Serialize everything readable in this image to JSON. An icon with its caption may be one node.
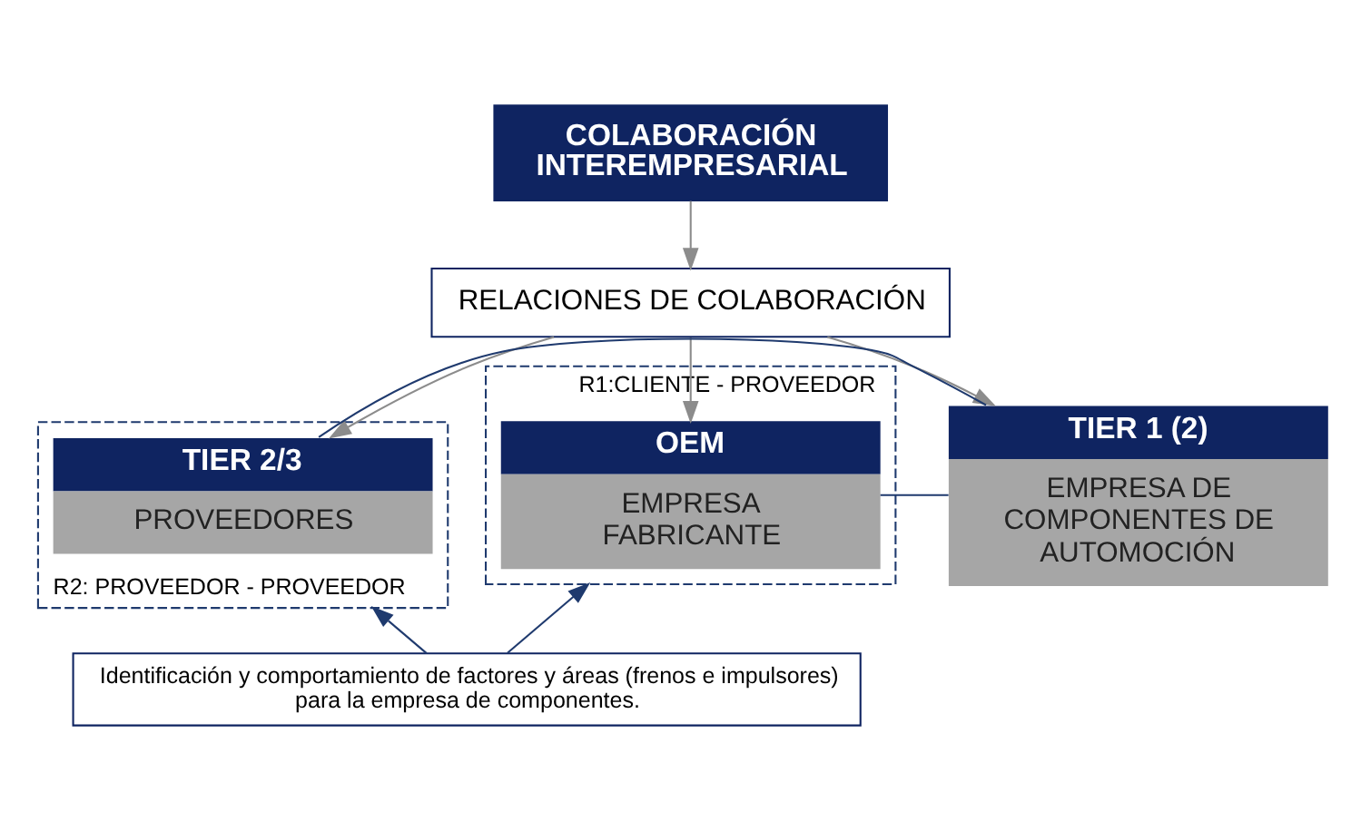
{
  "diagram": {
    "nodes": [
      {
        "text": [
          "COLABORACIÓN INTEREMPRESARIAL"
        ]
      },
      {
        "text": [
          "RELACIONES DE COLABORACIÓN"
        ]
      },
      {
        "text": [
          "R2: PROVEEDOR - PROVEEDOR"
        ]
      },
      {
        "text": [
          "R1:CLIENTE - PROVEEDOR"
        ]
      },
      {
        "text": [
          "TIER 2/3",
          "PROVEEDORES"
        ],
        "in": 2
      },
      {
        "text": [
          "TIER 1 (2)",
          "EMPRESA DE COMPONENTES DE AUTOMOCIÓN"
        ]
      },
      {
        "text": [
          "OEM",
          "EMPRESA FABRICANTE"
        ],
        "in": 3
      },
      {
        "text": [
          "Identificación y comportamiento de factores y áreas (frenos e impulsores) para la empresa de componentes."
        ]
      }
    ],
    "edges": [
      {
        "from": 0,
        "to": 1,
        "arrow": "to",
        "color": "#8c8c8c"
      },
      {
        "from": 1,
        "to": 4,
        "arrow": "to",
        "color": "#8c8c8c"
      },
      {
        "from": 1,
        "to": 5,
        "arrow": "to",
        "color": "#8c8c8c"
      },
      {
        "from": 1,
        "to": 6,
        "arrow": "to",
        "color": "#8c8c8c"
      },
      {
        "from": 4,
        "to": 5,
        "arrow": "none",
        "color": "#1f3a6e"
      },
      {
        "from": 5,
        "to": 6,
        "arrow": "none",
        "color": "#1f3a6e"
      },
      {
        "from": 7,
        "to": 2,
        "arrow": "to",
        "color": "#1f3a6e"
      },
      {
        "from": 7,
        "to": 3,
        "arrow": "to",
        "color": "#1f3a6e"
      }
    ]
  }
}
